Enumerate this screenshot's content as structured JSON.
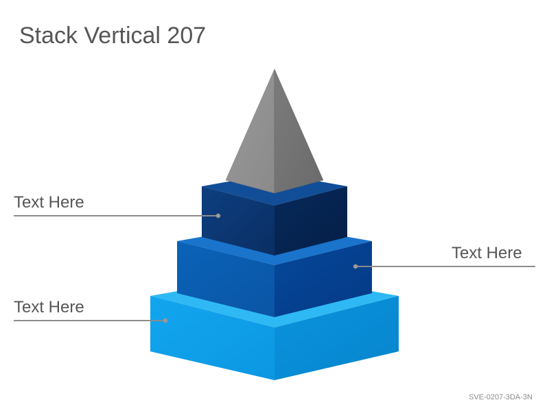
{
  "title": "Stack Vertical 207",
  "labels": {
    "top": "Text Here",
    "middle": "Text Here",
    "bottom": "Text Here"
  },
  "footer": "SVE-0207-3DA-3N",
  "colors": {
    "tier_top": "#0A3F86",
    "tier_middle": "#0A63BE",
    "tier_bottom": "#16A7EE",
    "pyramid": "#8A8A8A",
    "connector": "#8C8C8C",
    "text": "#555555"
  }
}
